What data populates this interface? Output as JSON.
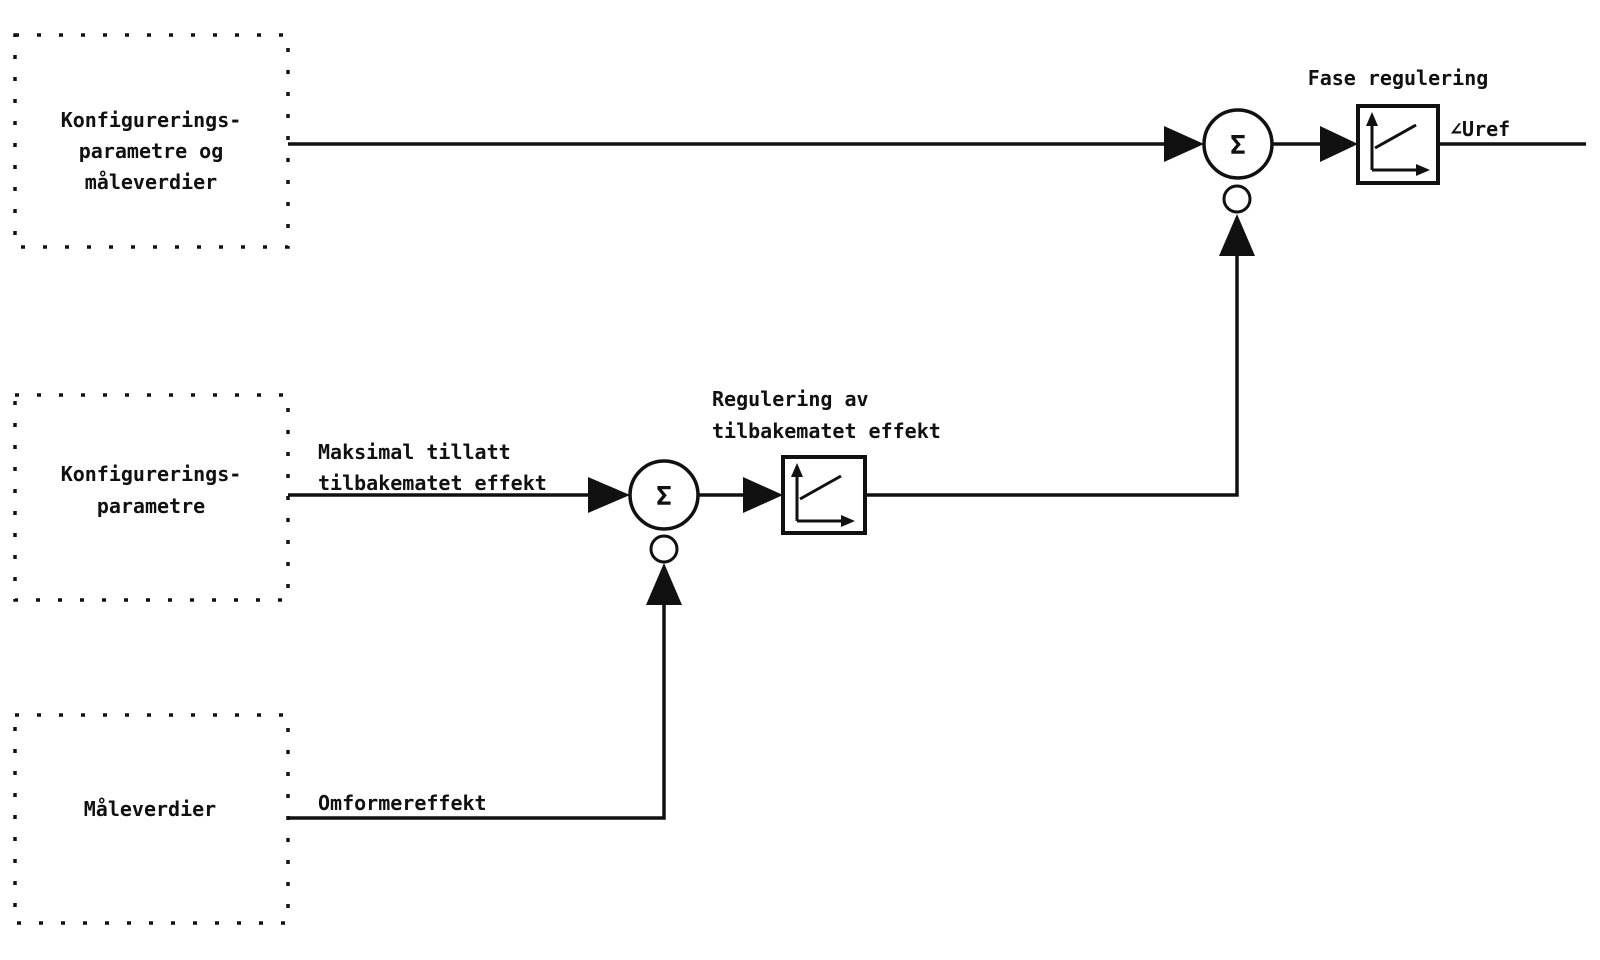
{
  "diagram": {
    "description": "Control block diagram for phase regulation of fed-back power",
    "colors": {
      "line": "#111111",
      "background": "#ffffff"
    },
    "source_boxes": [
      {
        "label_lines": [
          "Konfigurerings-",
          "parametre og",
          "måleverdier"
        ]
      },
      {
        "label_lines": [
          "Konfigurerings-",
          "parametre"
        ]
      },
      {
        "label_lines": [
          "Måleverdier"
        ]
      }
    ],
    "summing_junctions": [
      {
        "symbol": "Σ"
      },
      {
        "symbol": "Σ"
      }
    ],
    "blocks": [
      {
        "label": "Fase regulering"
      },
      {
        "label_lines": [
          "Regulering av",
          "tilbakematet effekt"
        ]
      }
    ],
    "signal_labels": {
      "max_allowed_line1": "Maksimal tillatt",
      "max_allowed_line2": "tilbakematet effekt",
      "converter_power": "Omformereffekt",
      "output_ref": "∠Uref"
    }
  }
}
